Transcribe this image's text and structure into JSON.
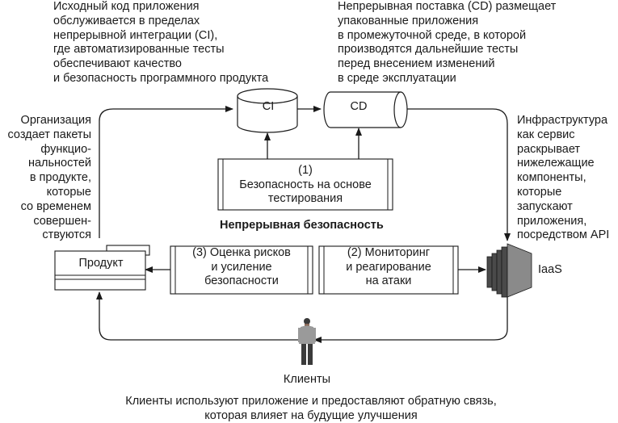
{
  "notes": {
    "ci": "Исходный код приложения\nобслуживается в пределах\nнепрерывной интеграции (CI),\nгде автоматизированные тесты\nобеспечивают качество\nи безопасность программного продукта",
    "cd": "Непрерывная поставка (CD) размещает\nупакованные приложения\nв промежуточной среде, в которой\nпроизводятся дальнейшие тесты\nперед внесением изменений\nв среде эксплуатации",
    "organization": "Организация\nсоздает пакеты\nфункцио-\nнальностей\nв продукте,\nкоторые\nсо временем\nсовершен-\nствуются",
    "iaas": "Инфраструктура\nкак сервис\nраскрывает\nнижележащие\nкомпоненты,\nкоторые\nзапускают\nприложения,\nпосредством API",
    "clients": "Клиенты используют приложение и предоставляют обратную связь,\nкоторая влияет на будущие улучшения"
  },
  "nodes": {
    "ci": "CI",
    "cd": "CD",
    "product": "Продукт",
    "iaas": "IaaS",
    "clients": "Клиенты"
  },
  "processes": {
    "p1": "(1)\nБезопасность на основе\nтестирования",
    "p2": "(2)  Мониторинг\nи реагирование\nна атаки",
    "p3": "(3)  Оценка рисков\nи усиление\nбезопасности"
  },
  "title": "Непрерывная безопасность",
  "colors": {
    "line": "#1a1a1a",
    "iaas_dark": "#4a4a4a",
    "iaas_light": "#8a8a8a",
    "person_shirt": "#9a9a9a",
    "person_pants": "#3a3a3a"
  }
}
